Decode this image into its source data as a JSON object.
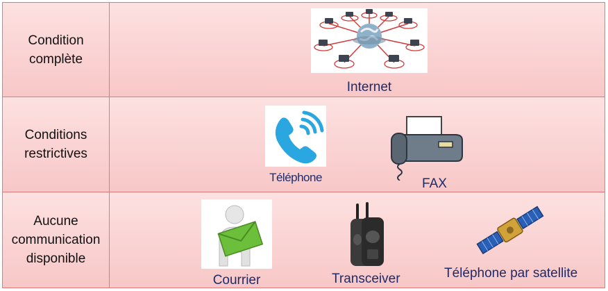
{
  "rows": [
    {
      "label": "Condition\ncomplète",
      "items": [
        {
          "caption": "Internet",
          "icon": "network-globe-icon"
        }
      ]
    },
    {
      "label": "Conditions\nrestrictives",
      "items": [
        {
          "caption": "Téléphone",
          "icon": "phone-icon"
        },
        {
          "caption": "FAX",
          "icon": "fax-machine-icon"
        }
      ]
    },
    {
      "label": "Aucune\ncommunication\ndisponible",
      "items": [
        {
          "caption": "Courrier",
          "icon": "mail-person-icon"
        },
        {
          "caption": "Transceiver",
          "icon": "walkie-talkie-icon"
        },
        {
          "caption": "Téléphone par satellite",
          "icon": "satellite-icon"
        }
      ]
    }
  ],
  "colors": {
    "border": "#e07a7a",
    "cell_top": "#fde1e1",
    "cell_bottom": "#f8c7c7",
    "caption": "#1d2b6b",
    "phone_blue": "#2aa7e0",
    "mail_green": "#6cbf3a"
  }
}
